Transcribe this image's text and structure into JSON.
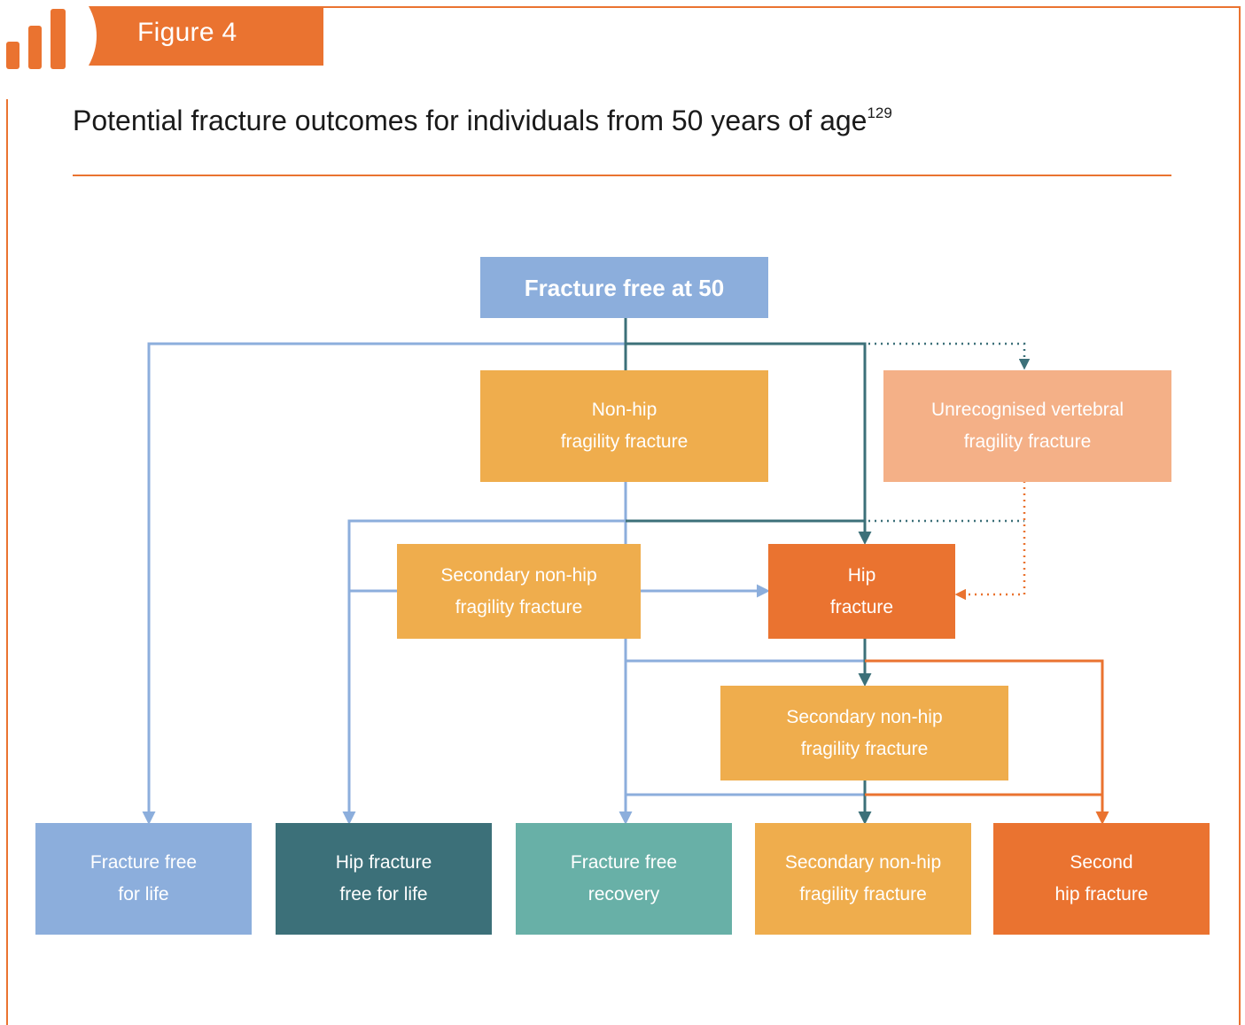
{
  "figure": {
    "label": "Figure 4",
    "title": "Potential fracture outcomes for individuals from 50 years of age",
    "title_ref": "129"
  },
  "colors": {
    "accent_orange": "#ea7330",
    "light_blue": "#8caedc",
    "dark_teal": "#3c7079",
    "teal": "#68b0a7",
    "amber": "#efad4d",
    "peach": "#f4b087"
  },
  "nodes": {
    "start": {
      "line1": "Fracture free at 50"
    },
    "non_hip": {
      "line1": "Non-hip",
      "line2": "fragility fracture"
    },
    "vertebral": {
      "line1": "Unrecognised vertebral",
      "line2": "fragility fracture"
    },
    "secondary_non_hip_left": {
      "line1": "Secondary non-hip",
      "line2": "fragility fracture"
    },
    "hip": {
      "line1": "Hip",
      "line2": "fracture"
    },
    "secondary_non_hip_mid": {
      "line1": "Secondary non-hip",
      "line2": "fragility fracture"
    }
  },
  "outcomes": {
    "fracture_free_life": {
      "line1": "Fracture free",
      "line2": "for life"
    },
    "hip_fracture_free_life": {
      "line1": "Hip fracture",
      "line2": "free for life"
    },
    "fracture_free_recovery": {
      "line1": "Fracture free",
      "line2": "recovery"
    },
    "secondary_non_hip": {
      "line1": "Secondary non-hip",
      "line2": "fragility fracture"
    },
    "second_hip": {
      "line1": "Second",
      "line2": "hip fracture"
    }
  }
}
